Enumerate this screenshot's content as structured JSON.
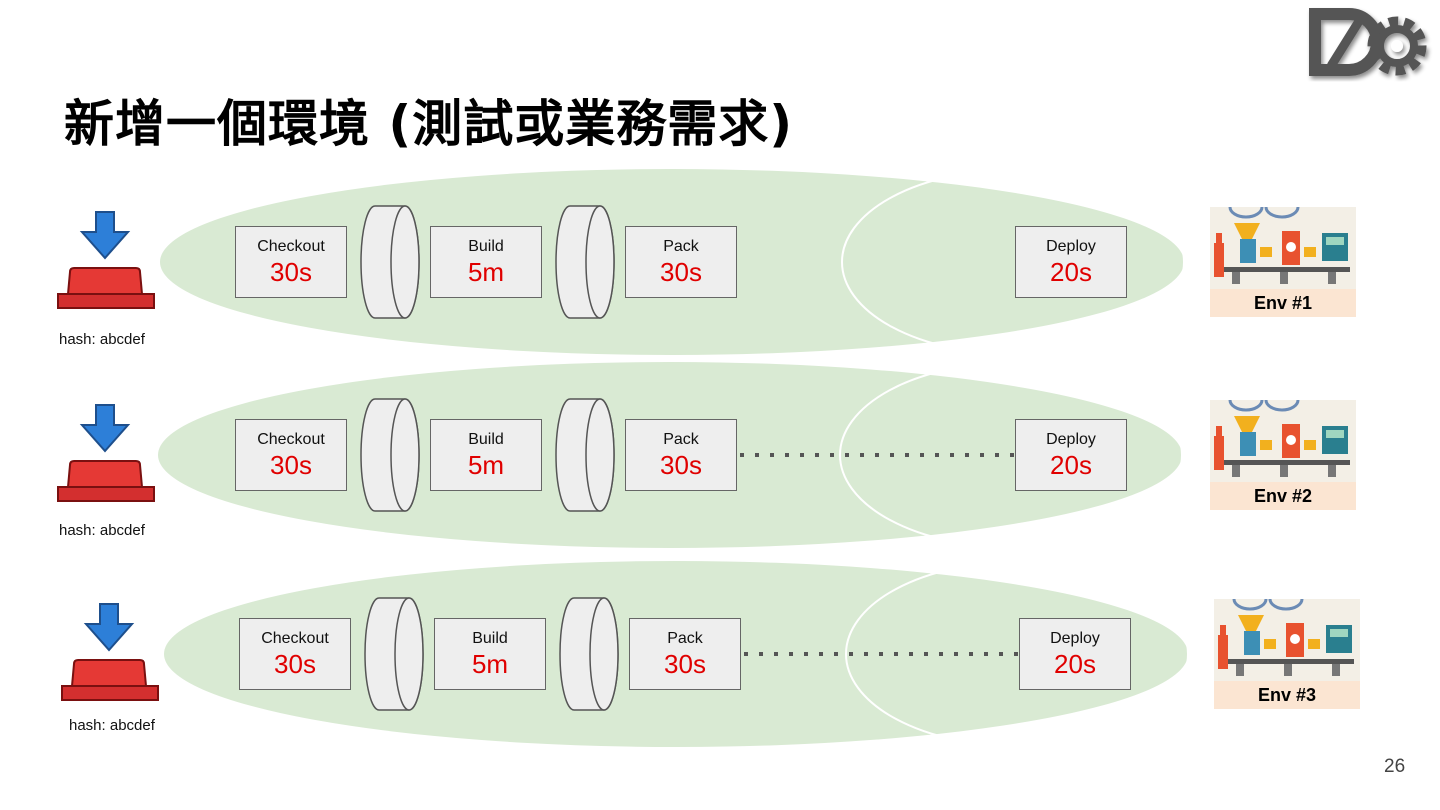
{
  "slide": {
    "title": "新增一個環境 (測試或業務需求)",
    "page_number": "26",
    "logo_icon": "devops-gear-logo-icon"
  },
  "colors": {
    "lane_fill": "#d9ead3",
    "stage_fill": "#eeeeee",
    "time_text": "#e00000",
    "button_red": "#e53935",
    "arrow_blue": "#2d7fd8",
    "env_label_bg": "#fbe5d2"
  },
  "pipelines": [
    {
      "hash": "hash: abcdef",
      "trigger_icon": "push-button-icon",
      "stages": [
        {
          "name": "Checkout",
          "time": "30s"
        },
        {
          "name": "Build",
          "time": "5m"
        },
        {
          "name": "Pack",
          "time": "30s"
        },
        {
          "name": "Deploy",
          "time": "20s"
        }
      ],
      "queue_icons": [
        "queue-cylinder-icon",
        "queue-cylinder-icon"
      ],
      "dotted_connector": false,
      "env": {
        "label": "Env #1",
        "icon": "factory-environment-icon"
      }
    },
    {
      "hash": "hash: abcdef",
      "trigger_icon": "push-button-icon",
      "stages": [
        {
          "name": "Checkout",
          "time": "30s"
        },
        {
          "name": "Build",
          "time": "5m"
        },
        {
          "name": "Pack",
          "time": "30s"
        },
        {
          "name": "Deploy",
          "time": "20s"
        }
      ],
      "queue_icons": [
        "queue-cylinder-icon",
        "queue-cylinder-icon"
      ],
      "dotted_connector": true,
      "env": {
        "label": "Env #2",
        "icon": "factory-environment-icon"
      }
    },
    {
      "hash": "hash: abcdef",
      "trigger_icon": "push-button-icon",
      "stages": [
        {
          "name": "Checkout",
          "time": "30s"
        },
        {
          "name": "Build",
          "time": "5m"
        },
        {
          "name": "Pack",
          "time": "30s"
        },
        {
          "name": "Deploy",
          "time": "20s"
        }
      ],
      "queue_icons": [
        "queue-cylinder-icon",
        "queue-cylinder-icon"
      ],
      "dotted_connector": true,
      "env": {
        "label": "Env #3",
        "icon": "factory-environment-icon"
      }
    }
  ]
}
